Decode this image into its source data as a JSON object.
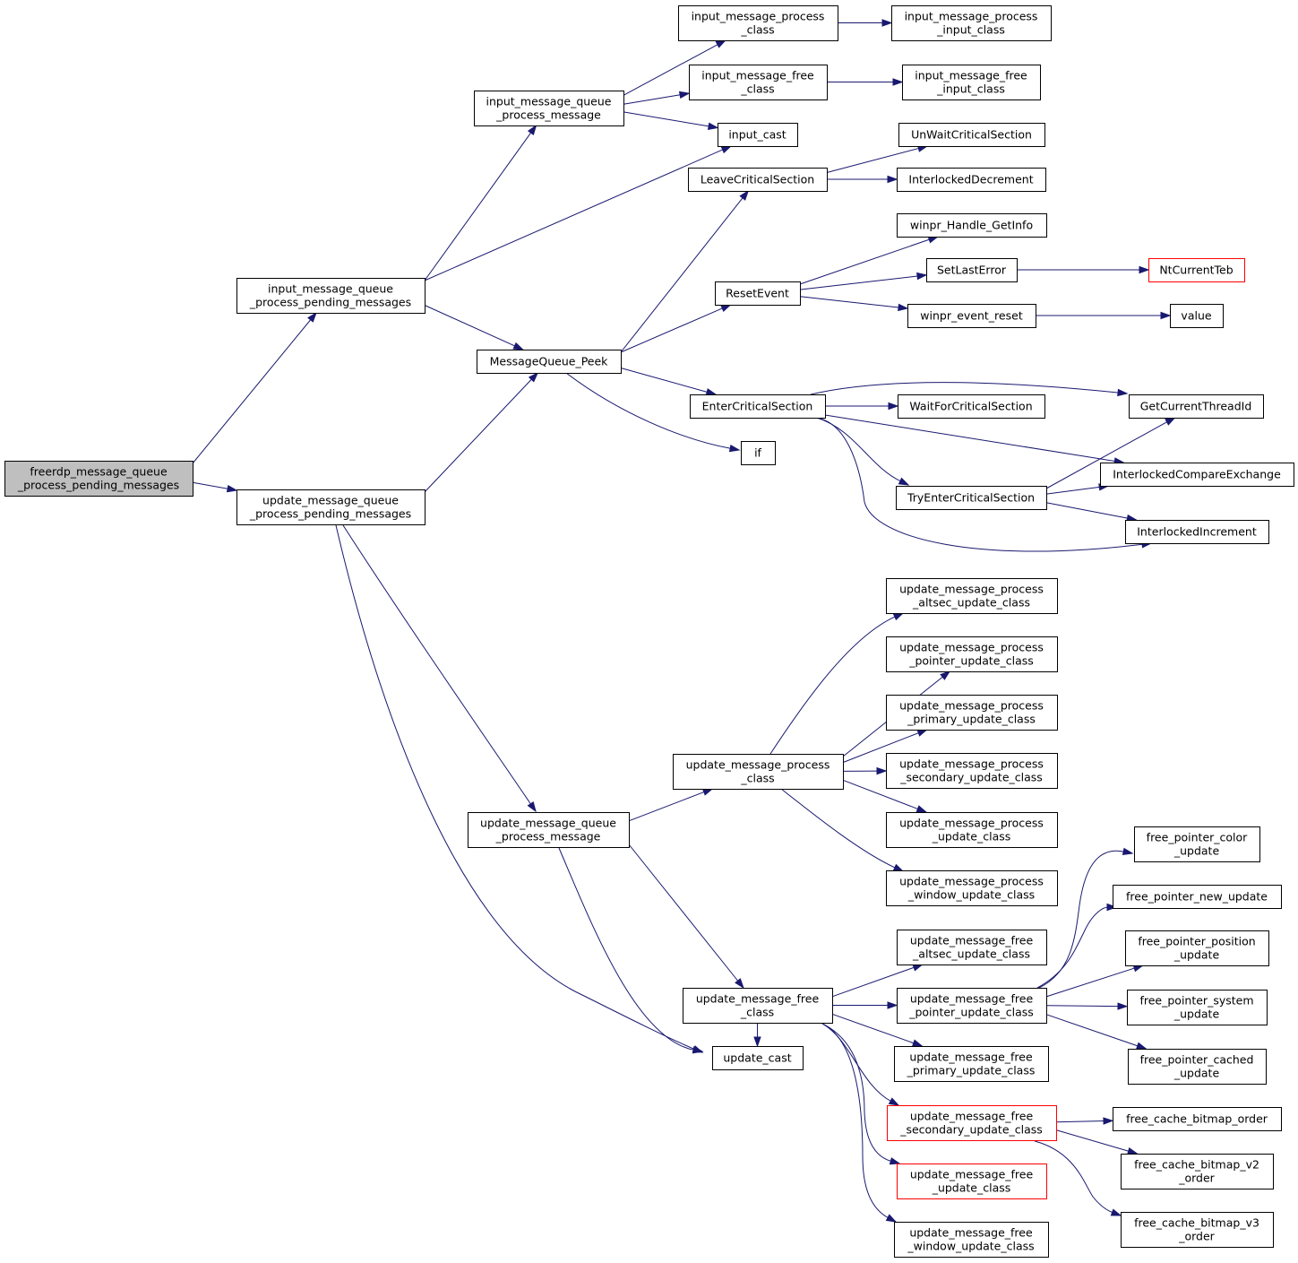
{
  "graph": {
    "nodes": [
      {
        "id": "root",
        "lines": [
          "freerdp_message_queue",
          "_process_pending_messages"
        ]
      },
      {
        "id": "imqppm",
        "lines": [
          "input_message_queue",
          "_process_pending_messages"
        ]
      },
      {
        "id": "umqppm",
        "lines": [
          "update_message_queue",
          "_process_pending_messages"
        ]
      },
      {
        "id": "imqpm",
        "lines": [
          "input_message_queue",
          "_process_message"
        ]
      },
      {
        "id": "mqpeek",
        "lines": [
          "MessageQueue_Peek"
        ]
      },
      {
        "id": "umqpm",
        "lines": [
          "update_message_queue",
          "_process_message"
        ]
      },
      {
        "id": "impc",
        "lines": [
          "input_message_process",
          "_class"
        ]
      },
      {
        "id": "imfc",
        "lines": [
          "input_message_free",
          "_class"
        ]
      },
      {
        "id": "icast",
        "lines": [
          "input_cast"
        ]
      },
      {
        "id": "lcs",
        "lines": [
          "LeaveCriticalSection"
        ]
      },
      {
        "id": "reset",
        "lines": [
          "ResetEvent"
        ]
      },
      {
        "id": "ecs",
        "lines": [
          "EnterCriticalSection"
        ]
      },
      {
        "id": "if",
        "lines": [
          "if"
        ]
      },
      {
        "id": "umpc",
        "lines": [
          "update_message_process",
          "_class"
        ]
      },
      {
        "id": "umfc",
        "lines": [
          "update_message_free",
          "_class"
        ]
      },
      {
        "id": "ucast",
        "lines": [
          "update_cast"
        ]
      },
      {
        "id": "impic",
        "lines": [
          "input_message_process",
          "_input_class"
        ]
      },
      {
        "id": "imfic",
        "lines": [
          "input_message_free",
          "_input_class"
        ]
      },
      {
        "id": "unwait",
        "lines": [
          "UnWaitCriticalSection"
        ]
      },
      {
        "id": "idec",
        "lines": [
          "InterlockedDecrement"
        ]
      },
      {
        "id": "hgi",
        "lines": [
          "winpr_Handle_GetInfo"
        ]
      },
      {
        "id": "sle",
        "lines": [
          "SetLastError"
        ]
      },
      {
        "id": "wer",
        "lines": [
          "winpr_event_reset"
        ]
      },
      {
        "id": "wfcs",
        "lines": [
          "WaitForCriticalSection"
        ]
      },
      {
        "id": "tecs",
        "lines": [
          "TryEnterCriticalSection"
        ]
      },
      {
        "id": "ntteb",
        "lines": [
          "NtCurrentTeb"
        ]
      },
      {
        "id": "value",
        "lines": [
          "value"
        ]
      },
      {
        "id": "gcti",
        "lines": [
          "GetCurrentThreadId"
        ]
      },
      {
        "id": "ice",
        "lines": [
          "InterlockedCompareExchange"
        ]
      },
      {
        "id": "iinc",
        "lines": [
          "InterlockedIncrement"
        ]
      },
      {
        "id": "umpa",
        "lines": [
          "update_message_process",
          "_altsec_update_class"
        ]
      },
      {
        "id": "umpp",
        "lines": [
          "update_message_process",
          "_pointer_update_class"
        ]
      },
      {
        "id": "umppr",
        "lines": [
          "update_message_process",
          "_primary_update_class"
        ]
      },
      {
        "id": "umps",
        "lines": [
          "update_message_process",
          "_secondary_update_class"
        ]
      },
      {
        "id": "umpu",
        "lines": [
          "update_message_process",
          "_update_class"
        ]
      },
      {
        "id": "umpw",
        "lines": [
          "update_message_process",
          "_window_update_class"
        ]
      },
      {
        "id": "umfa",
        "lines": [
          "update_message_free",
          "_altsec_update_class"
        ]
      },
      {
        "id": "umfp",
        "lines": [
          "update_message_free",
          "_pointer_update_class"
        ]
      },
      {
        "id": "umfpr",
        "lines": [
          "update_message_free",
          "_primary_update_class"
        ]
      },
      {
        "id": "umfs",
        "lines": [
          "update_message_free",
          "_secondary_update_class"
        ]
      },
      {
        "id": "umfu",
        "lines": [
          "update_message_free",
          "_update_class"
        ]
      },
      {
        "id": "umfw",
        "lines": [
          "update_message_free",
          "_window_update_class"
        ]
      },
      {
        "id": "fpcol",
        "lines": [
          "free_pointer_color",
          "_update"
        ]
      },
      {
        "id": "fpnew",
        "lines": [
          "free_pointer_new_update"
        ]
      },
      {
        "id": "fppos",
        "lines": [
          "free_pointer_position",
          "_update"
        ]
      },
      {
        "id": "fpsys",
        "lines": [
          "free_pointer_system",
          "_update"
        ]
      },
      {
        "id": "fpcache",
        "lines": [
          "free_pointer_cached",
          "_update"
        ]
      },
      {
        "id": "fcbo",
        "lines": [
          "free_cache_bitmap_order"
        ]
      },
      {
        "id": "fcbo2",
        "lines": [
          "free_cache_bitmap_v2",
          "_order"
        ]
      },
      {
        "id": "fcbo3",
        "lines": [
          "free_cache_bitmap_v3",
          "_order"
        ]
      }
    ],
    "edges": [
      [
        "root",
        "imqppm"
      ],
      [
        "root",
        "umqppm"
      ],
      [
        "imqppm",
        "imqpm"
      ],
      [
        "imqppm",
        "icast"
      ],
      [
        "imqppm",
        "mqpeek"
      ],
      [
        "umqppm",
        "mqpeek"
      ],
      [
        "umqppm",
        "umqpm"
      ],
      [
        "umqppm",
        "ucast"
      ],
      [
        "imqpm",
        "impc"
      ],
      [
        "imqpm",
        "imfc"
      ],
      [
        "imqpm",
        "icast"
      ],
      [
        "impc",
        "impic"
      ],
      [
        "imfc",
        "imfic"
      ],
      [
        "mqpeek",
        "lcs"
      ],
      [
        "mqpeek",
        "reset"
      ],
      [
        "mqpeek",
        "ecs"
      ],
      [
        "mqpeek",
        "if"
      ],
      [
        "lcs",
        "unwait"
      ],
      [
        "lcs",
        "idec"
      ],
      [
        "reset",
        "hgi"
      ],
      [
        "reset",
        "sle"
      ],
      [
        "reset",
        "wer"
      ],
      [
        "sle",
        "ntteb"
      ],
      [
        "wer",
        "value"
      ],
      [
        "ecs",
        "gcti"
      ],
      [
        "ecs",
        "wfcs"
      ],
      [
        "ecs",
        "ice"
      ],
      [
        "ecs",
        "tecs"
      ],
      [
        "ecs",
        "iinc"
      ],
      [
        "tecs",
        "gcti"
      ],
      [
        "tecs",
        "ice"
      ],
      [
        "tecs",
        "iinc"
      ],
      [
        "umqpm",
        "umpc"
      ],
      [
        "umqpm",
        "umfc"
      ],
      [
        "umqpm",
        "ucast"
      ],
      [
        "umpc",
        "umpa"
      ],
      [
        "umpc",
        "umpp"
      ],
      [
        "umpc",
        "umppr"
      ],
      [
        "umpc",
        "umps"
      ],
      [
        "umpc",
        "umpu"
      ],
      [
        "umpc",
        "umpw"
      ],
      [
        "umfc",
        "umfa"
      ],
      [
        "umfc",
        "umfp"
      ],
      [
        "umfc",
        "umfpr"
      ],
      [
        "umfc",
        "umfs"
      ],
      [
        "umfc",
        "umfu"
      ],
      [
        "umfc",
        "umfw"
      ],
      [
        "umfc",
        "ucast"
      ],
      [
        "umfp",
        "fpcol"
      ],
      [
        "umfp",
        "fpnew"
      ],
      [
        "umfp",
        "fppos"
      ],
      [
        "umfp",
        "fpsys"
      ],
      [
        "umfp",
        "fpcache"
      ],
      [
        "umfs",
        "fcbo"
      ],
      [
        "umfs",
        "fcbo2"
      ],
      [
        "umfs",
        "fcbo3"
      ]
    ]
  },
  "colors": {
    "edge": "#191970",
    "node_border": "#000000",
    "node_border_highlight": "#ff0000",
    "root_fill": "#bfbfbf",
    "node_fill": "#ffffff"
  }
}
